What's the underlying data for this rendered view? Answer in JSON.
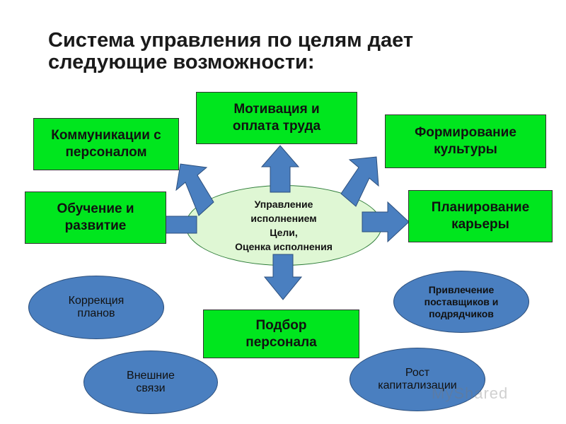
{
  "title": {
    "line1": "Система управления по целям дает",
    "line2": "следующие возможности:"
  },
  "center": {
    "lines": [
      "Управление",
      "исполнением",
      "Цели,",
      "Оценка исполнения"
    ],
    "fill": "#dff7d4"
  },
  "boxes": {
    "motivation": [
      "Мотивация и",
      "оплата труда"
    ],
    "communication": [
      "Коммуникации с",
      "персоналом"
    ],
    "culture": [
      "Формирование",
      "культуры"
    ],
    "training": [
      "Обучение и",
      "развитие"
    ],
    "career": [
      "Планирование",
      "карьеры"
    ],
    "selection": [
      "Подбор",
      "персонала"
    ]
  },
  "ovals": {
    "correction": [
      "Коррекция",
      "планов"
    ],
    "suppliers": [
      "Привлечение",
      "поставщиков и",
      "подрядчиков"
    ],
    "external": [
      "Внешние",
      "связи"
    ],
    "growth": [
      "Рост",
      "капитализации"
    ]
  },
  "watermark": "MyShared",
  "colors": {
    "box_fill": "#00e61e",
    "oval_fill": "#4a7fc0",
    "arrow_fill": "#4a7fc0"
  }
}
